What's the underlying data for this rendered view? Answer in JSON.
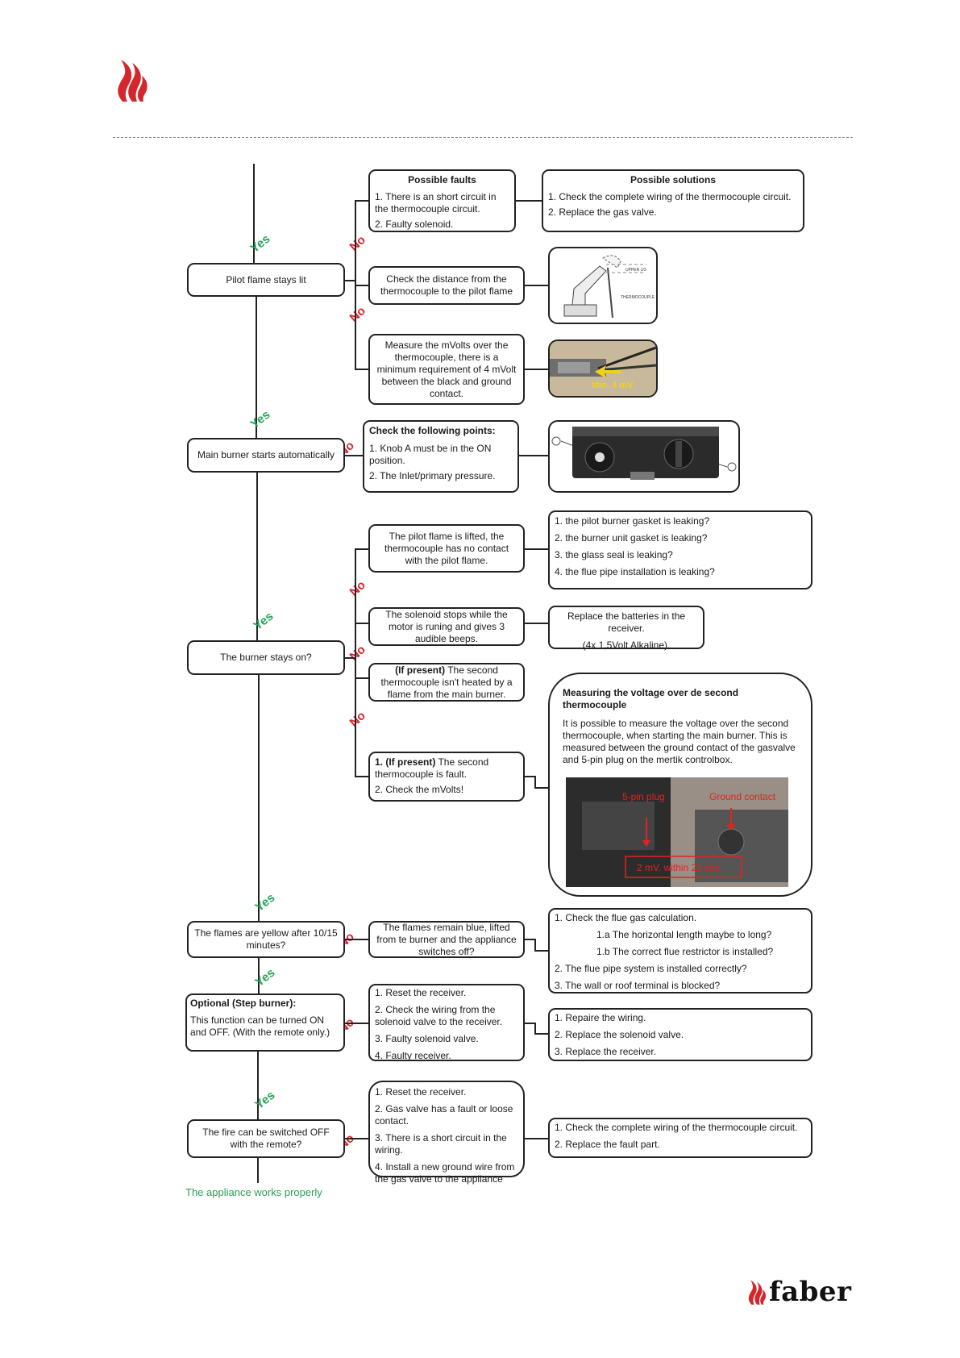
{
  "labels": {
    "yes": "Yes",
    "no": "No"
  },
  "colors": {
    "yes": "#23a455",
    "no": "#d4262c",
    "brand_red": "#d4262c"
  },
  "steps": {
    "pilot": "Pilot flame stays lit",
    "main_burner": "Main burner starts automatically",
    "burner_on": "The burner stays on?",
    "yellow": "The flames are yellow after 10/15 minutes?",
    "optional_title": "Optional (Step burner):",
    "optional_body": "This function can be turned ON and OFF. (With the remote only.)",
    "switch_off": "The fire can be switched OFF with the remote?"
  },
  "faults_header": "Possible faults",
  "solutions_header": "Possible solutions",
  "fault1": [
    "1. There is an short circuit in the thermocouple circuit.",
    "2. Faulty solenoid."
  ],
  "solution1": [
    "1. Check the complete wiring of the thermocouple circuit.",
    "2. Replace the gas valve."
  ],
  "check_distance": "Check the distance from the thermocouple to the pilot flame",
  "measure_mvolts": "Measure the mVolts over the thermocouple, there is a minimum requirement of 4 mVolt between the black and ground contact.",
  "img_labels": {
    "upper": "UPPER 1/3",
    "thermocouple": "THERMOCOUPLE",
    "min_mv": "Min. 4 mV."
  },
  "check_points": {
    "title": "Check the following points:",
    "items": [
      "1. Knob A must be in the ON position.",
      "2. The Inlet/primary pressure."
    ]
  },
  "pilot_lifted": "The pilot flame is lifted, the thermocouple has no contact with the pilot flame.",
  "leaks": [
    "1. the pilot burner gasket is leaking?",
    "2. the burner unit gasket is leaking?",
    "3. the glass seal is leaking?",
    "4. the flue pipe installation is leaking?"
  ],
  "solenoid_stops": "The solenoid stops while the motor is runing and gives 3 audible beeps.",
  "batteries": [
    "Replace the batteries in the receiver.",
    "(4x 1,5Volt Alkaline)."
  ],
  "second_tc": {
    "bold": "(If present)",
    "text": " The second thermocouple isn't heated by a flame from the main burner."
  },
  "second_fault": {
    "item1_bold": "1. (If present)",
    "item1_text": " The second thermocouple is fault.",
    "item2": "2. Check the mVolts!"
  },
  "measuring": {
    "title": "Measuring the voltage over de second thermocouple",
    "body": "It is possible to measure the voltage over the second thermocouple, when starting the main burner. This is measured between the ground contact of the gasvalve and 5-pin plug on the mertik controlbox.",
    "photo_labels": {
      "pin": "5-pin plug",
      "ground": "Ground contact",
      "mv": "2 mV. within 20 sec."
    }
  },
  "blue_flames": "The flames remain blue, lifted from te burner and the appliance switches off?",
  "flue": [
    "1. Check the flue gas calculation.",
    "1.a The horizontal length maybe to long?",
    "1.b The correct flue restrictor is installed?",
    "2. The flue pipe system is installed correctly?",
    "3. The wall or roof terminal is blocked?"
  ],
  "receiver_faults": [
    "1. Reset the receiver.",
    "2. Check the wiring from the solenoid valve to the receiver.",
    "3. Faulty solenoid valve.",
    "4. Faulty receiver."
  ],
  "repairs": [
    "1. Repaire the wiring.",
    "2. Replace the solenoid valve.",
    "3. Replace the receiver."
  ],
  "final_faults": [
    "1. Reset the receiver.",
    "2. Gas valve has a fault or loose contact.",
    "3. There is a short circuit in the wiring.",
    "4. Install a new ground wire from the gas valve to the appliance"
  ],
  "final_solutions": [
    "1. Check the complete wiring of the thermocouple circuit.",
    "2. Replace the fault part."
  ],
  "footer": "The appliance works properly",
  "brand": "faber"
}
